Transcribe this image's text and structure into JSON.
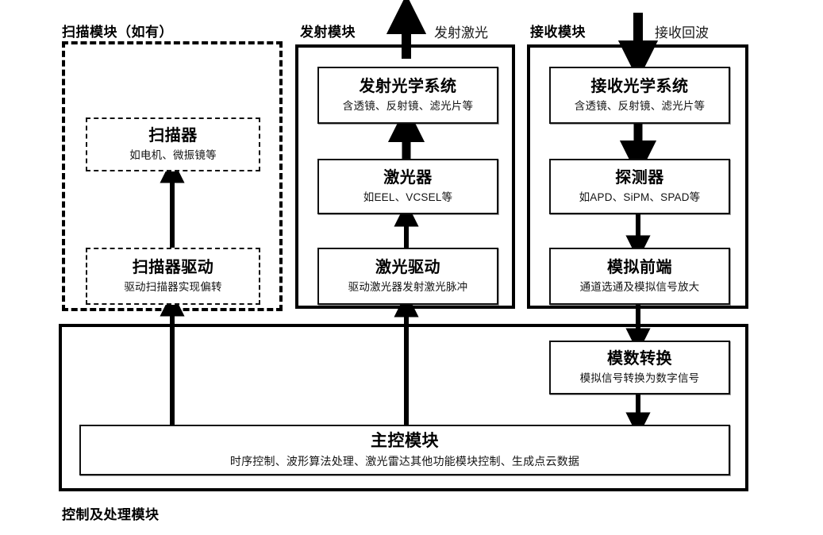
{
  "diagram": {
    "title_scan": "扫描模块（如有）",
    "title_transmit": "发射模块",
    "title_receive": "接收模块",
    "title_control": "控制及处理模块",
    "label_emit_laser": "发射激光",
    "label_receive_echo": "接收回波",
    "colors": {
      "stroke": "#000000",
      "background": "#ffffff",
      "text": "#111111"
    }
  },
  "nodes": {
    "scanner": {
      "title": "扫描器",
      "subtitle": "如电机、微振镜等"
    },
    "scanner_driver": {
      "title": "扫描器驱动",
      "subtitle": "驱动扫描器实现偏转"
    },
    "tx_optics": {
      "title": "发射光学系统",
      "subtitle": "含透镜、反射镜、滤光片等"
    },
    "laser": {
      "title": "激光器",
      "subtitle": "如EEL、VCSEL等"
    },
    "laser_driver": {
      "title": "激光驱动",
      "subtitle": "驱动激光器发射激光脉冲"
    },
    "rx_optics": {
      "title": "接收光学系统",
      "subtitle": "含透镜、反射镜、滤光片等"
    },
    "detector": {
      "title": "探测器",
      "subtitle": "如APD、SiPM、SPAD等"
    },
    "afe": {
      "title": "模拟前端",
      "subtitle": "通道选通及模拟信号放大"
    },
    "adc": {
      "title": "模数转换",
      "subtitle": "模拟信号转换为数字信号"
    },
    "main_control": {
      "title": "主控模块",
      "subtitle": "时序控制、波形算法处理、激光雷达其他功能模块控制、生成点云数据"
    }
  }
}
